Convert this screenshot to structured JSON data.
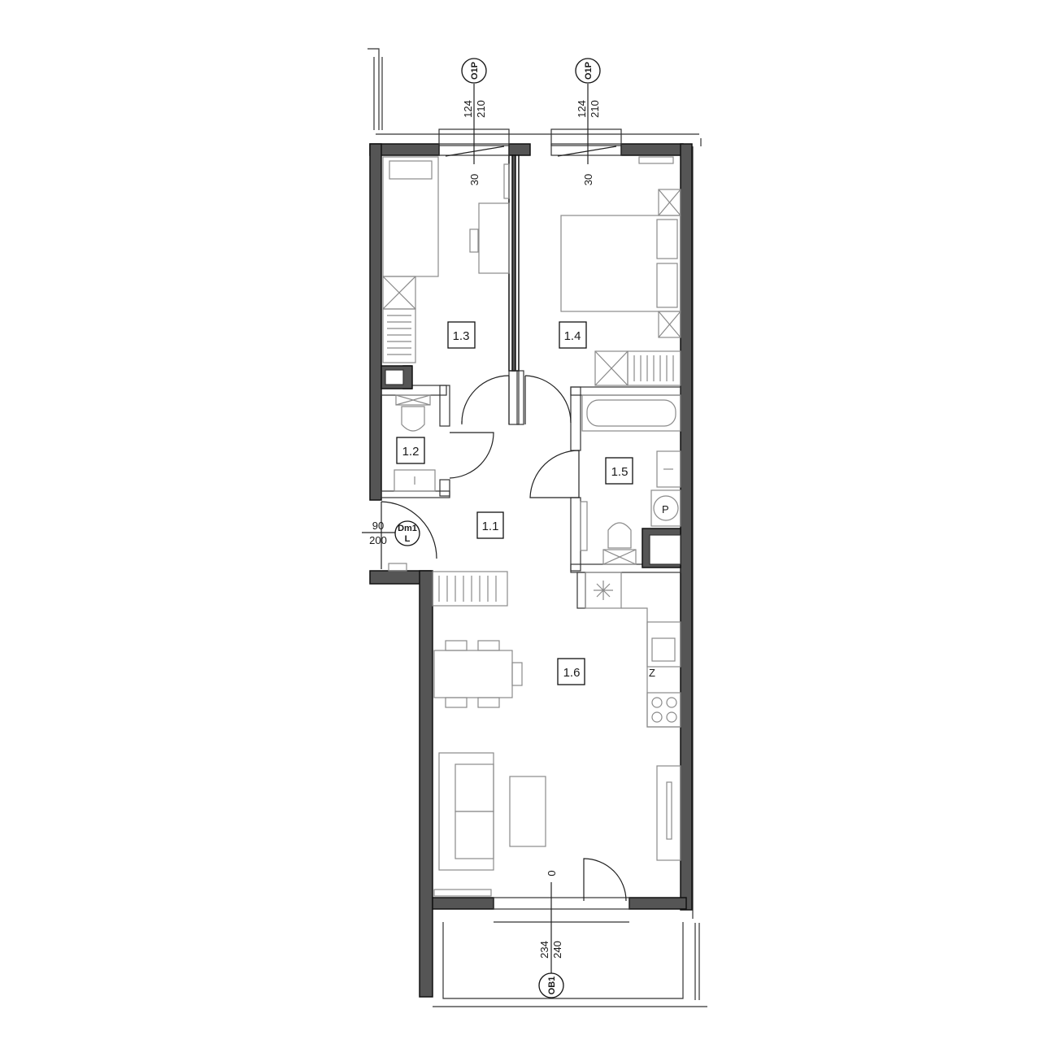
{
  "rooms": [
    {
      "id": "1.1"
    },
    {
      "id": "1.2"
    },
    {
      "id": "1.3"
    },
    {
      "id": "1.4"
    },
    {
      "id": "1.5"
    },
    {
      "id": "1.6"
    }
  ],
  "windows": [
    {
      "tag": "O1P",
      "width": "124",
      "height": "210",
      "sill": "30"
    },
    {
      "tag": "O1P",
      "width": "124",
      "height": "210",
      "sill": "30"
    }
  ],
  "balcony_door": {
    "tag": "OB1",
    "width": "234",
    "height": "240",
    "sill": "0"
  },
  "entry_door": {
    "tag_line1": "Dm1",
    "tag_line2": "L",
    "width": "90",
    "height": "200"
  },
  "appliance_marks": {
    "washer": "P",
    "fridge": "Z"
  },
  "colors": {
    "wall": "#555555",
    "line": "#222222",
    "furniture": "#8a8a8a"
  }
}
